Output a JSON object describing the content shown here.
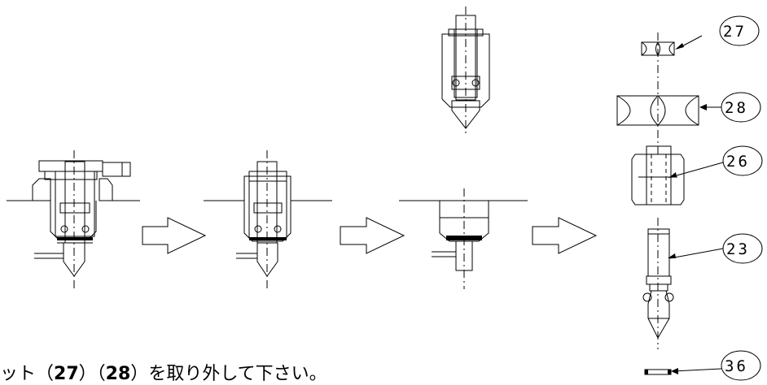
{
  "caption": {
    "prefix": "ット",
    "ref_a": "27",
    "ref_b": "28",
    "suffix": "を取り外して下さい。"
  },
  "balloons": [
    {
      "id": "part-27",
      "label": "27"
    },
    {
      "id": "part-28",
      "label": "28"
    },
    {
      "id": "part-26",
      "label": "26"
    },
    {
      "id": "part-23",
      "label": "23"
    },
    {
      "id": "part-36",
      "label": "36"
    }
  ],
  "arrow_color": "#000000",
  "line_color": "#000000"
}
